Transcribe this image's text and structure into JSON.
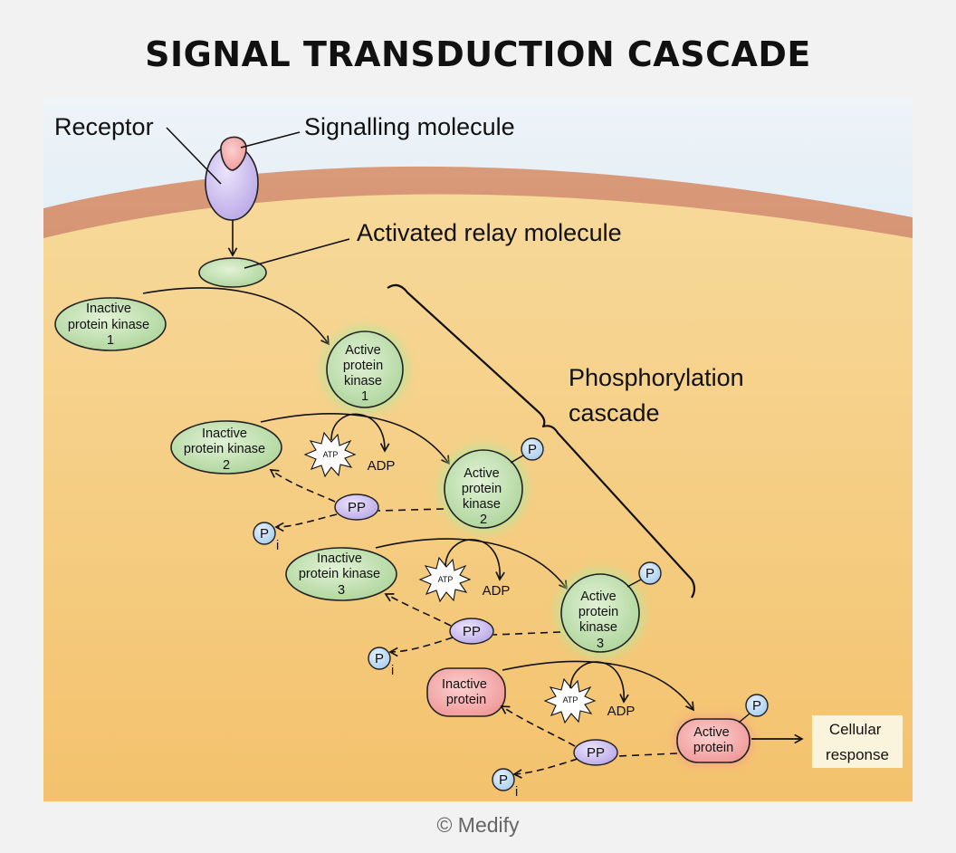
{
  "title": "SIGNAL TRANSDUCTION CASCADE",
  "footer": "© Medify",
  "labels": {
    "receptor": "Receptor",
    "signalling_molecule": "Signalling molecule",
    "relay": "Activated relay molecule",
    "phospho_1": "Phosphorylation",
    "phospho_2": "cascade"
  },
  "inactive_kinase_1": [
    "Inactive",
    "protein kinase",
    "1"
  ],
  "active_kinase_1": [
    "Active",
    "protein",
    "kinase",
    "1"
  ],
  "inactive_kinase_2": [
    "Inactive",
    "protein kinase",
    "2"
  ],
  "active_kinase_2": [
    "Active",
    "protein",
    "kinase",
    "2"
  ],
  "inactive_kinase_3": [
    "Inactive",
    "protein kinase",
    "3"
  ],
  "active_kinase_3": [
    "Active",
    "protein",
    "kinase",
    "3"
  ],
  "inactive_protein": [
    "Inactive",
    "protein"
  ],
  "active_protein": [
    "Active",
    "protein"
  ],
  "cellular_response": [
    "Cellular",
    "response"
  ],
  "phosphate": "P",
  "phosphate_sub": "i",
  "atp": "ATP",
  "adp": "ADP",
  "pp": "PP",
  "colors": {
    "kinase_fill": "#c6e3b3",
    "protein_fill": "#f4a8a8",
    "pp_fill": "#c3b2ec",
    "phosphate_fill": "#b9d8f2",
    "cytoplasm": "#f5cc82",
    "membrane": "#cf8a6a",
    "extracellular": "#b8d6ef",
    "receptor": "#cfc1f0"
  }
}
